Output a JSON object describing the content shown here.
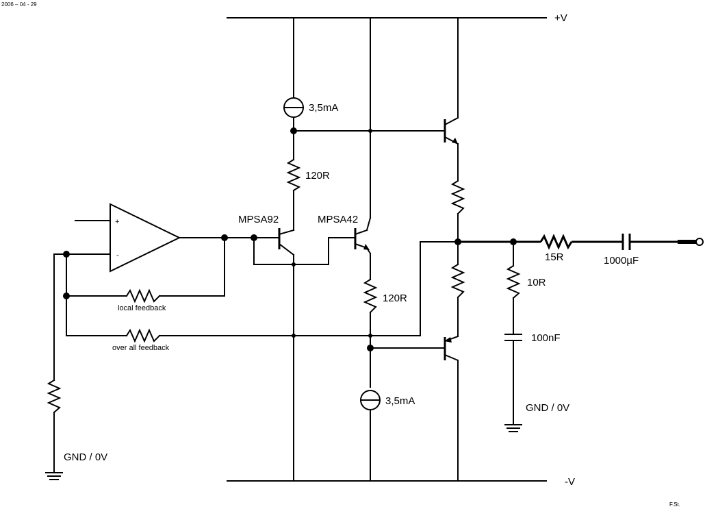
{
  "date": "2006 – 04 - 29",
  "author": "F.St.",
  "rails": {
    "positive": "+V",
    "negative": "-V"
  },
  "opamp": {
    "plus": "+",
    "minus": "-"
  },
  "current_sources": {
    "top": "3,5mA",
    "bottom": "3,5mA"
  },
  "transistors": {
    "left": "MPSA92",
    "right": "MPSA42"
  },
  "resistors": {
    "top_120": "120R",
    "bottom_120": "120R",
    "series_out": "15R",
    "zobel_r": "10R"
  },
  "capacitors": {
    "zobel_c": "100nF",
    "output": "1000µF"
  },
  "feedback": {
    "local": "local feedback",
    "overall": "over all feedback"
  },
  "grounds": {
    "left": "GND / 0V",
    "right": "GND / 0V"
  }
}
